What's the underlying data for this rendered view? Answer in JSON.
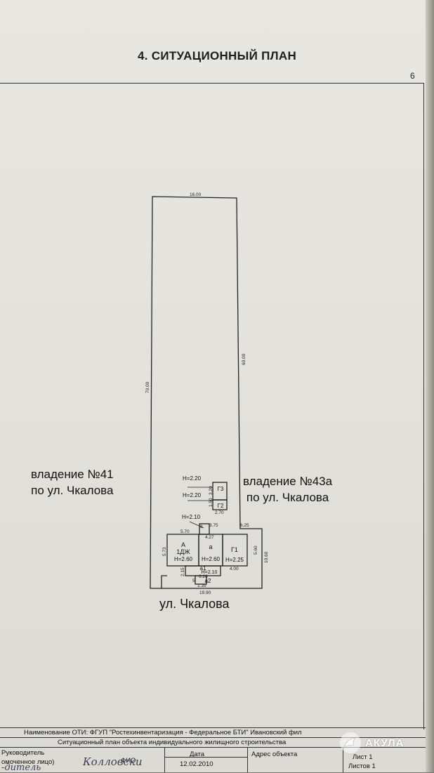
{
  "header": {
    "title": "4. СИТУАЦИОННЫЙ ПЛАН",
    "page_number": "6"
  },
  "plan": {
    "dims": {
      "top_width": "16.00",
      "left_length": "70.00",
      "right_length": "60.00",
      "bottom_width": "19.90",
      "right_lower": "10.60",
      "jog": "6.25",
      "house_width": "5.70",
      "house_depth": "5.73",
      "a_width": "3.75",
      "g1_width": "4.00",
      "g1_depth": "5.60",
      "a_small": "4.27",
      "g2_width": "2.70",
      "g2_depth": "1.50",
      "g3_depth": "3.20",
      "porch_depth": "2.15",
      "a1_width": "6.20",
      "a2_width": "1.35",
      "misc": "5",
      "step": "8"
    },
    "buildings": {
      "A_label": "А",
      "A_sub": "1ДЖ",
      "A_height": "Н=2.60",
      "a_label": "а",
      "a_height": "Н=2.60",
      "G1_label": "Г1",
      "G1_height": "Н=2.25",
      "a1_label": "а1",
      "a1_height": "Н=2.10",
      "a2_label": "а2",
      "G2_label": "Г2",
      "G3_label": "Г3",
      "G3_height": "Н=2.20",
      "G2_height": "Н=2.20",
      "shed_height": "Н=2.10"
    },
    "left_owner_line1": "владение №41",
    "left_owner_line2": "по ул. Чкалова",
    "right_owner_line1": "владение №43а",
    "right_owner_line2": "по ул. Чкалова",
    "street": "ул. Чкалова"
  },
  "stamp": {
    "naming": "Наименование ОТИ: ФГУП \"Ростехинвентаризация - Федеральное БТИ\" Ивановский фил",
    "doc_title": "Ситуационный план объекта индивидуального жилищного строительства",
    "head_label": "Руководитель",
    "head_sub": "омоченное лицо)",
    "fio_label": "ФИО",
    "date_label": "Дата",
    "date_value": "12.02.2010",
    "address_label": "Адрес объекта",
    "sheet_label": "Лист",
    "sheet_value": "1",
    "sheets_label": "Листов",
    "sheets_value": "1"
  },
  "watermark": {
    "brand": "АКУЛА"
  }
}
